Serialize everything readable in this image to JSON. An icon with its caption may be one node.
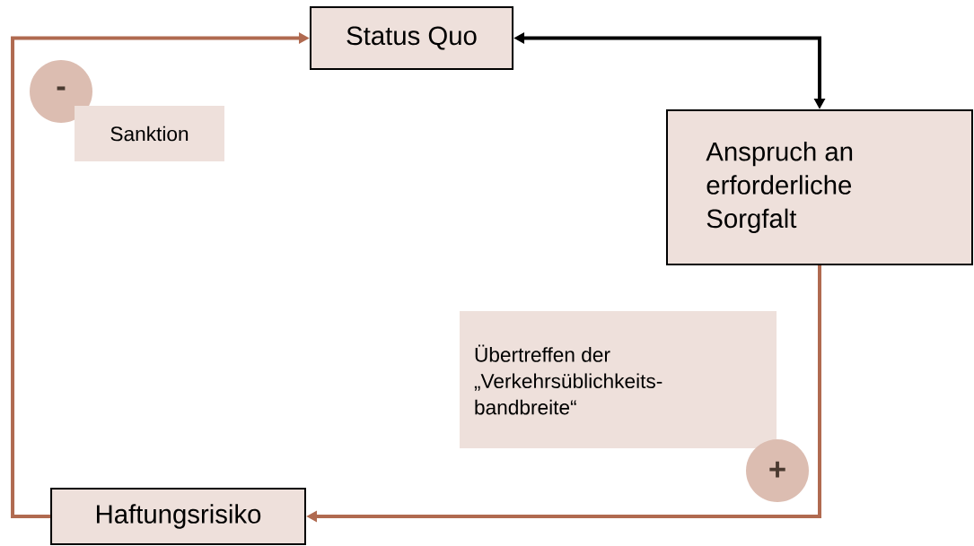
{
  "diagram": {
    "nodes": [
      {
        "text": [
          "Status Quo"
        ]
      },
      {
        "text": [
          "Anspruch an erforderliche Sorgfalt"
        ]
      },
      {
        "text": [
          "Haftungsrisiko"
        ]
      },
      {
        "text": [
          "-"
        ]
      },
      {
        "text": [
          "Sanktion"
        ]
      },
      {
        "text": [
          "Übertreffen der „Verkehrsüblichkeits-bandbreite“"
        ]
      },
      {
        "text": [
          "+"
        ]
      }
    ],
    "edges": [
      {
        "from": 0,
        "to": 1,
        "arrow": "both",
        "color": "#000000"
      },
      {
        "from": 1,
        "to": 2,
        "arrow": "to"
      },
      {
        "from": 2,
        "to": 0,
        "arrow": "to"
      }
    ]
  }
}
